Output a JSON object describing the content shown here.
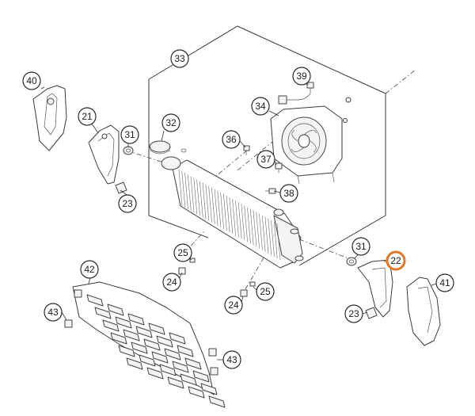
{
  "diagram": {
    "highlight_color": "#e0782b",
    "callouts": [
      {
        "id": "c40",
        "label": "40"
      },
      {
        "id": "c21",
        "label": "21"
      },
      {
        "id": "c31a",
        "label": "31"
      },
      {
        "id": "c32",
        "label": "32"
      },
      {
        "id": "c33",
        "label": "33"
      },
      {
        "id": "c39",
        "label": "39"
      },
      {
        "id": "c34",
        "label": "34"
      },
      {
        "id": "c36",
        "label": "36"
      },
      {
        "id": "c37",
        "label": "37"
      },
      {
        "id": "c38",
        "label": "38"
      },
      {
        "id": "c23a",
        "label": "23"
      },
      {
        "id": "c25a",
        "label": "25"
      },
      {
        "id": "c24a",
        "label": "24"
      },
      {
        "id": "c31b",
        "label": "31"
      },
      {
        "id": "c22",
        "label": "22",
        "highlighted": true
      },
      {
        "id": "c41",
        "label": "41"
      },
      {
        "id": "c42",
        "label": "42"
      },
      {
        "id": "c43a",
        "label": "43"
      },
      {
        "id": "c25b",
        "label": "25"
      },
      {
        "id": "c24b",
        "label": "24"
      },
      {
        "id": "c23b",
        "label": "23"
      },
      {
        "id": "c43b",
        "label": "43"
      }
    ]
  }
}
